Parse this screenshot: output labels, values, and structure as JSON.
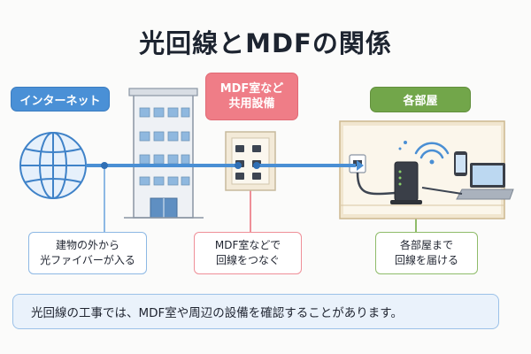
{
  "title": "光回線とMDFの関係",
  "labels": {
    "internet": "インターネット",
    "mdf_line1": "MDF室など",
    "mdf_line2": "共用設備",
    "rooms": "各部屋"
  },
  "notes": {
    "left_line1": "建物の外から",
    "left_line2": "光ファイバーが入る",
    "mid_line1": "MDF室などで",
    "mid_line2": "回線をつなぐ",
    "right_line1": "各部屋まで",
    "right_line2": "回線を届ける"
  },
  "footer": "光回線の工事では、MDF室や周辺の設備を確認することがあります。",
  "colors": {
    "blue": "#4a90d6",
    "pink": "#ef7d87",
    "green": "#72a64a",
    "fiber": "#4a8fd4"
  },
  "icons": [
    "globe-icon",
    "building-icon",
    "mdf-panel-icon",
    "room-icon",
    "router-icon",
    "wifi-icon",
    "smartphone-icon",
    "laptop-icon",
    "wall-outlet-icon"
  ]
}
